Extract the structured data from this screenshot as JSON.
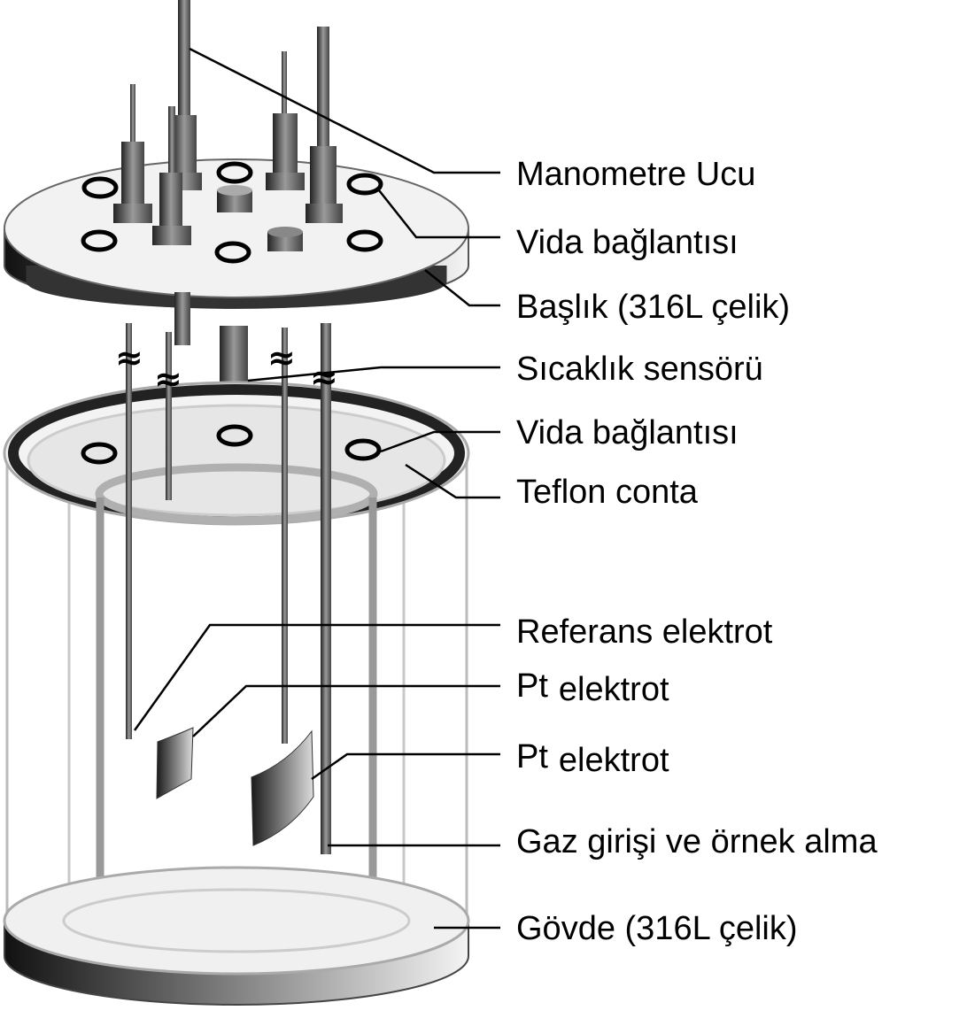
{
  "labels": {
    "manometre": "Manometre Ucu",
    "vida_top": "Vida bağlantısı",
    "baslik": "Başlık (316L çelik)",
    "sensor": "Sıcaklık sensörü",
    "vida_bottom": "Vida bağlantısı",
    "teflon": "Teflon conta",
    "referans": "Referans elektrot",
    "pt1_prefix": "Pt",
    "pt1_suffix": "elektrot",
    "pt2_prefix": "Pt",
    "pt2_suffix": "elektrot",
    "gaz": "Gaz girişi ve örnek alma",
    "govde": "Gövde (316L çelik)"
  },
  "break_symbols": [
    "≈",
    "≈",
    "≈",
    "≈"
  ]
}
